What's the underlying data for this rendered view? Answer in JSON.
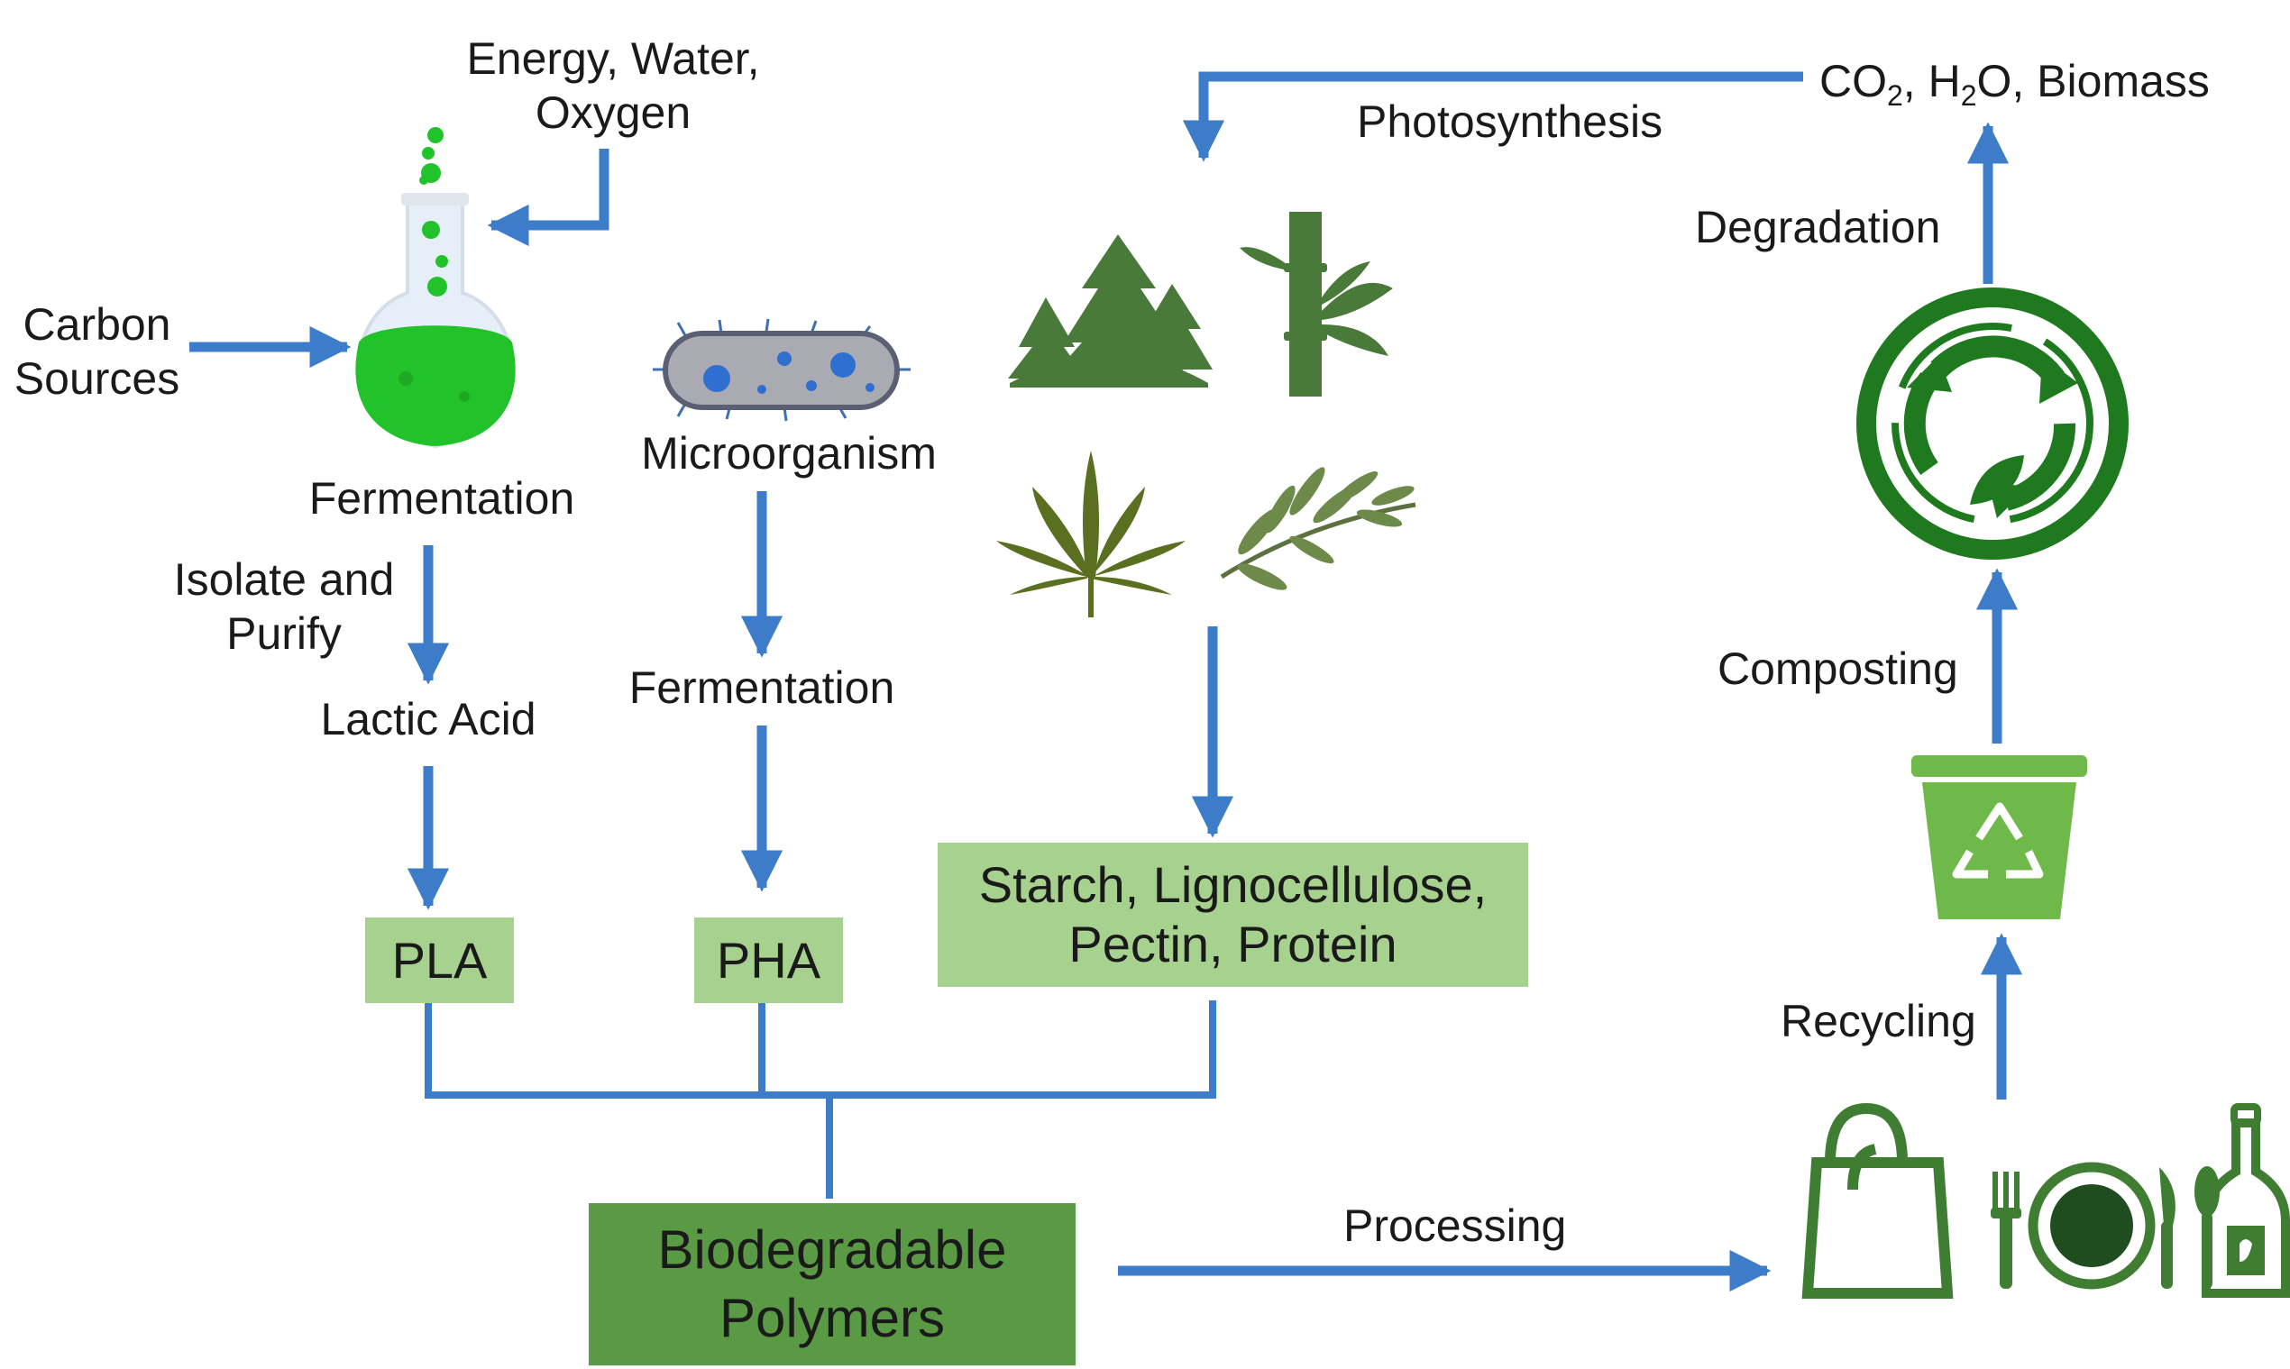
{
  "inputs": {
    "energy_water_oxygen": "Energy, Water,\nOxygen",
    "carbon_sources": "Carbon\nSources"
  },
  "steps": {
    "fermentation_left": "Fermentation",
    "isolate_purify": "Isolate and\nPurify",
    "lactic_acid": "Lactic Acid",
    "microorganism": "Microorganism",
    "fermentation_middle": "Fermentation",
    "photosynthesis": "Photosynthesis",
    "degradation": "Degradation",
    "composting": "Composting",
    "recycling": "Recycling",
    "processing": "Processing"
  },
  "output_cycle": {
    "co2": "CO",
    "co2_sub": "2",
    "h2o_pre": ", H",
    "h2o_sub": "2",
    "h2o_post": "O, Biomass"
  },
  "boxes": {
    "pla": "PLA",
    "pha": "PHA",
    "natural": "Starch, Lignocellulose,\nPectin, Protein",
    "biodegradable": "Biodegradable\nPolymers"
  },
  "icons": [
    "flask-icon",
    "bacterium-icon",
    "forest-icon",
    "bamboo-icon",
    "hemp-leaf-icon",
    "eucalyptus-branch-icon",
    "recycle-circle-icon",
    "recycle-bin-icon",
    "shopping-bag-icon",
    "plate-cutlery-icon",
    "bottle-icon"
  ],
  "colors": {
    "arrow": "#3d7cc9",
    "light_box": "#a6d18e",
    "dark_box": "#5a9a45",
    "icon_green": "#3e7d32",
    "flask_green": "#22c32a"
  }
}
